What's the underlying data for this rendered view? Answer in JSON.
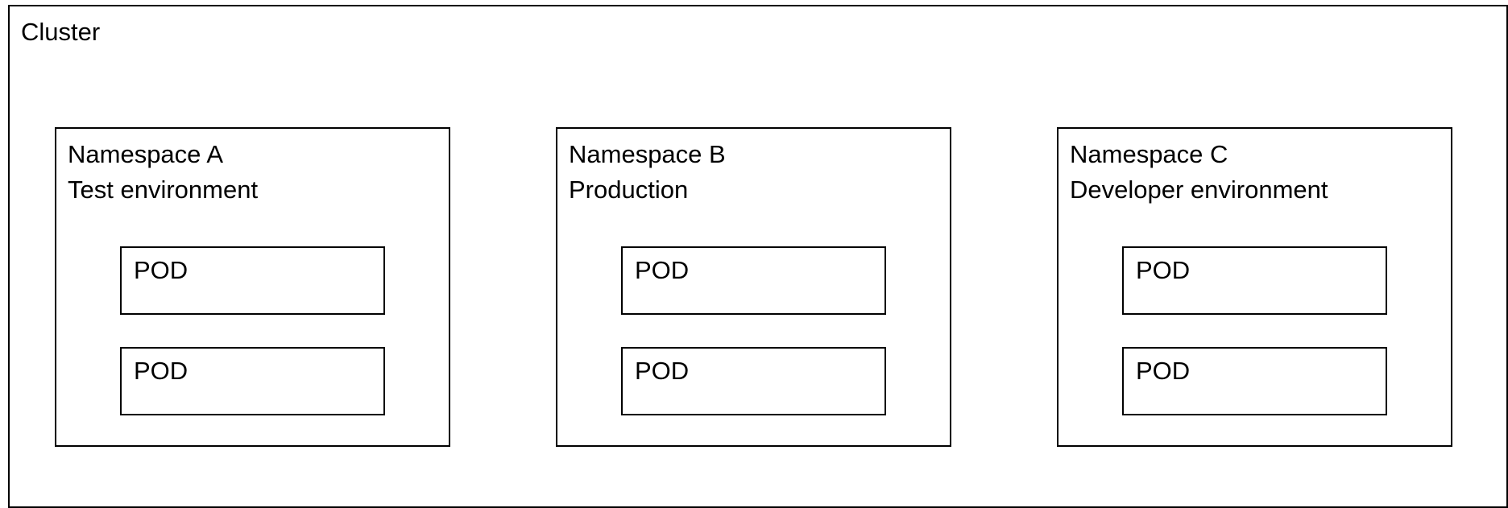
{
  "cluster": {
    "label": "Cluster",
    "namespaces": [
      {
        "name": "Namespace A",
        "environment": "Test environment",
        "pods": [
          "POD",
          "POD"
        ]
      },
      {
        "name": "Namespace B",
        "environment": "Production",
        "pods": [
          "POD",
          "POD"
        ]
      },
      {
        "name": "Namespace C",
        "environment": "Developer environment",
        "pods": [
          "POD",
          "POD"
        ]
      }
    ]
  },
  "colors": {
    "stroke": "#000000",
    "background": "#ffffff",
    "text": "#000000"
  }
}
